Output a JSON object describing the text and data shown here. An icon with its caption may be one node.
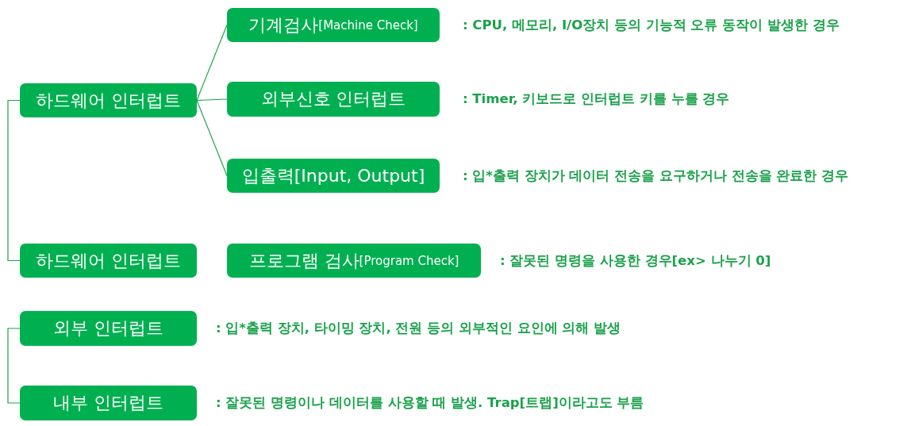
{
  "diagram": {
    "nodes": [
      {
        "text": [
          "하드웨어 인터럽트"
        ]
      },
      {
        "text": [
          "기계검사",
          "[Machine Check]"
        ],
        "beside": [
          ": CPU, 메모리, I/O장치 등의 기능적 오류 동작이 발생한 경우"
        ]
      },
      {
        "text": [
          "외부신호 인터럽트"
        ],
        "beside": [
          ": Timer, 키보드로 인터럽트 키를 누를 경우"
        ]
      },
      {
        "text": [
          "입출력[Input, Output]"
        ],
        "beside": [
          ": 입*출력 장치가 데이터 전송을 요구하거나 전송을 완료한 경우"
        ]
      },
      {
        "text": [
          "하드웨어 인터럽트"
        ]
      },
      {
        "text": [
          "프로그램 검사",
          "[Program Check]"
        ],
        "beside": [
          ": 잘못된 명령을 사용한 경우[ex> 나누기 0]"
        ]
      },
      {
        "text": [
          "외부 인터럽트"
        ],
        "beside": [
          ": 입*출력 장치, 타이밍 장치, 전원 등의 외부적인 요인에 의해 발생"
        ]
      },
      {
        "text": [
          "내부 인터럽트"
        ],
        "beside": [
          ": 잘못된 명령이나 데이터를 사용할 때 발생. Trap[트랩]이라고도 부름"
        ]
      }
    ],
    "edges": [
      {
        "from": 0,
        "to": 1,
        "arrow": "none"
      },
      {
        "from": 0,
        "to": 2,
        "arrow": "none"
      },
      {
        "from": 0,
        "to": 3,
        "arrow": "none"
      },
      {
        "from": 0,
        "to": 4,
        "arrow": "none"
      },
      {
        "from": 6,
        "to": 7,
        "arrow": "none"
      }
    ]
  }
}
